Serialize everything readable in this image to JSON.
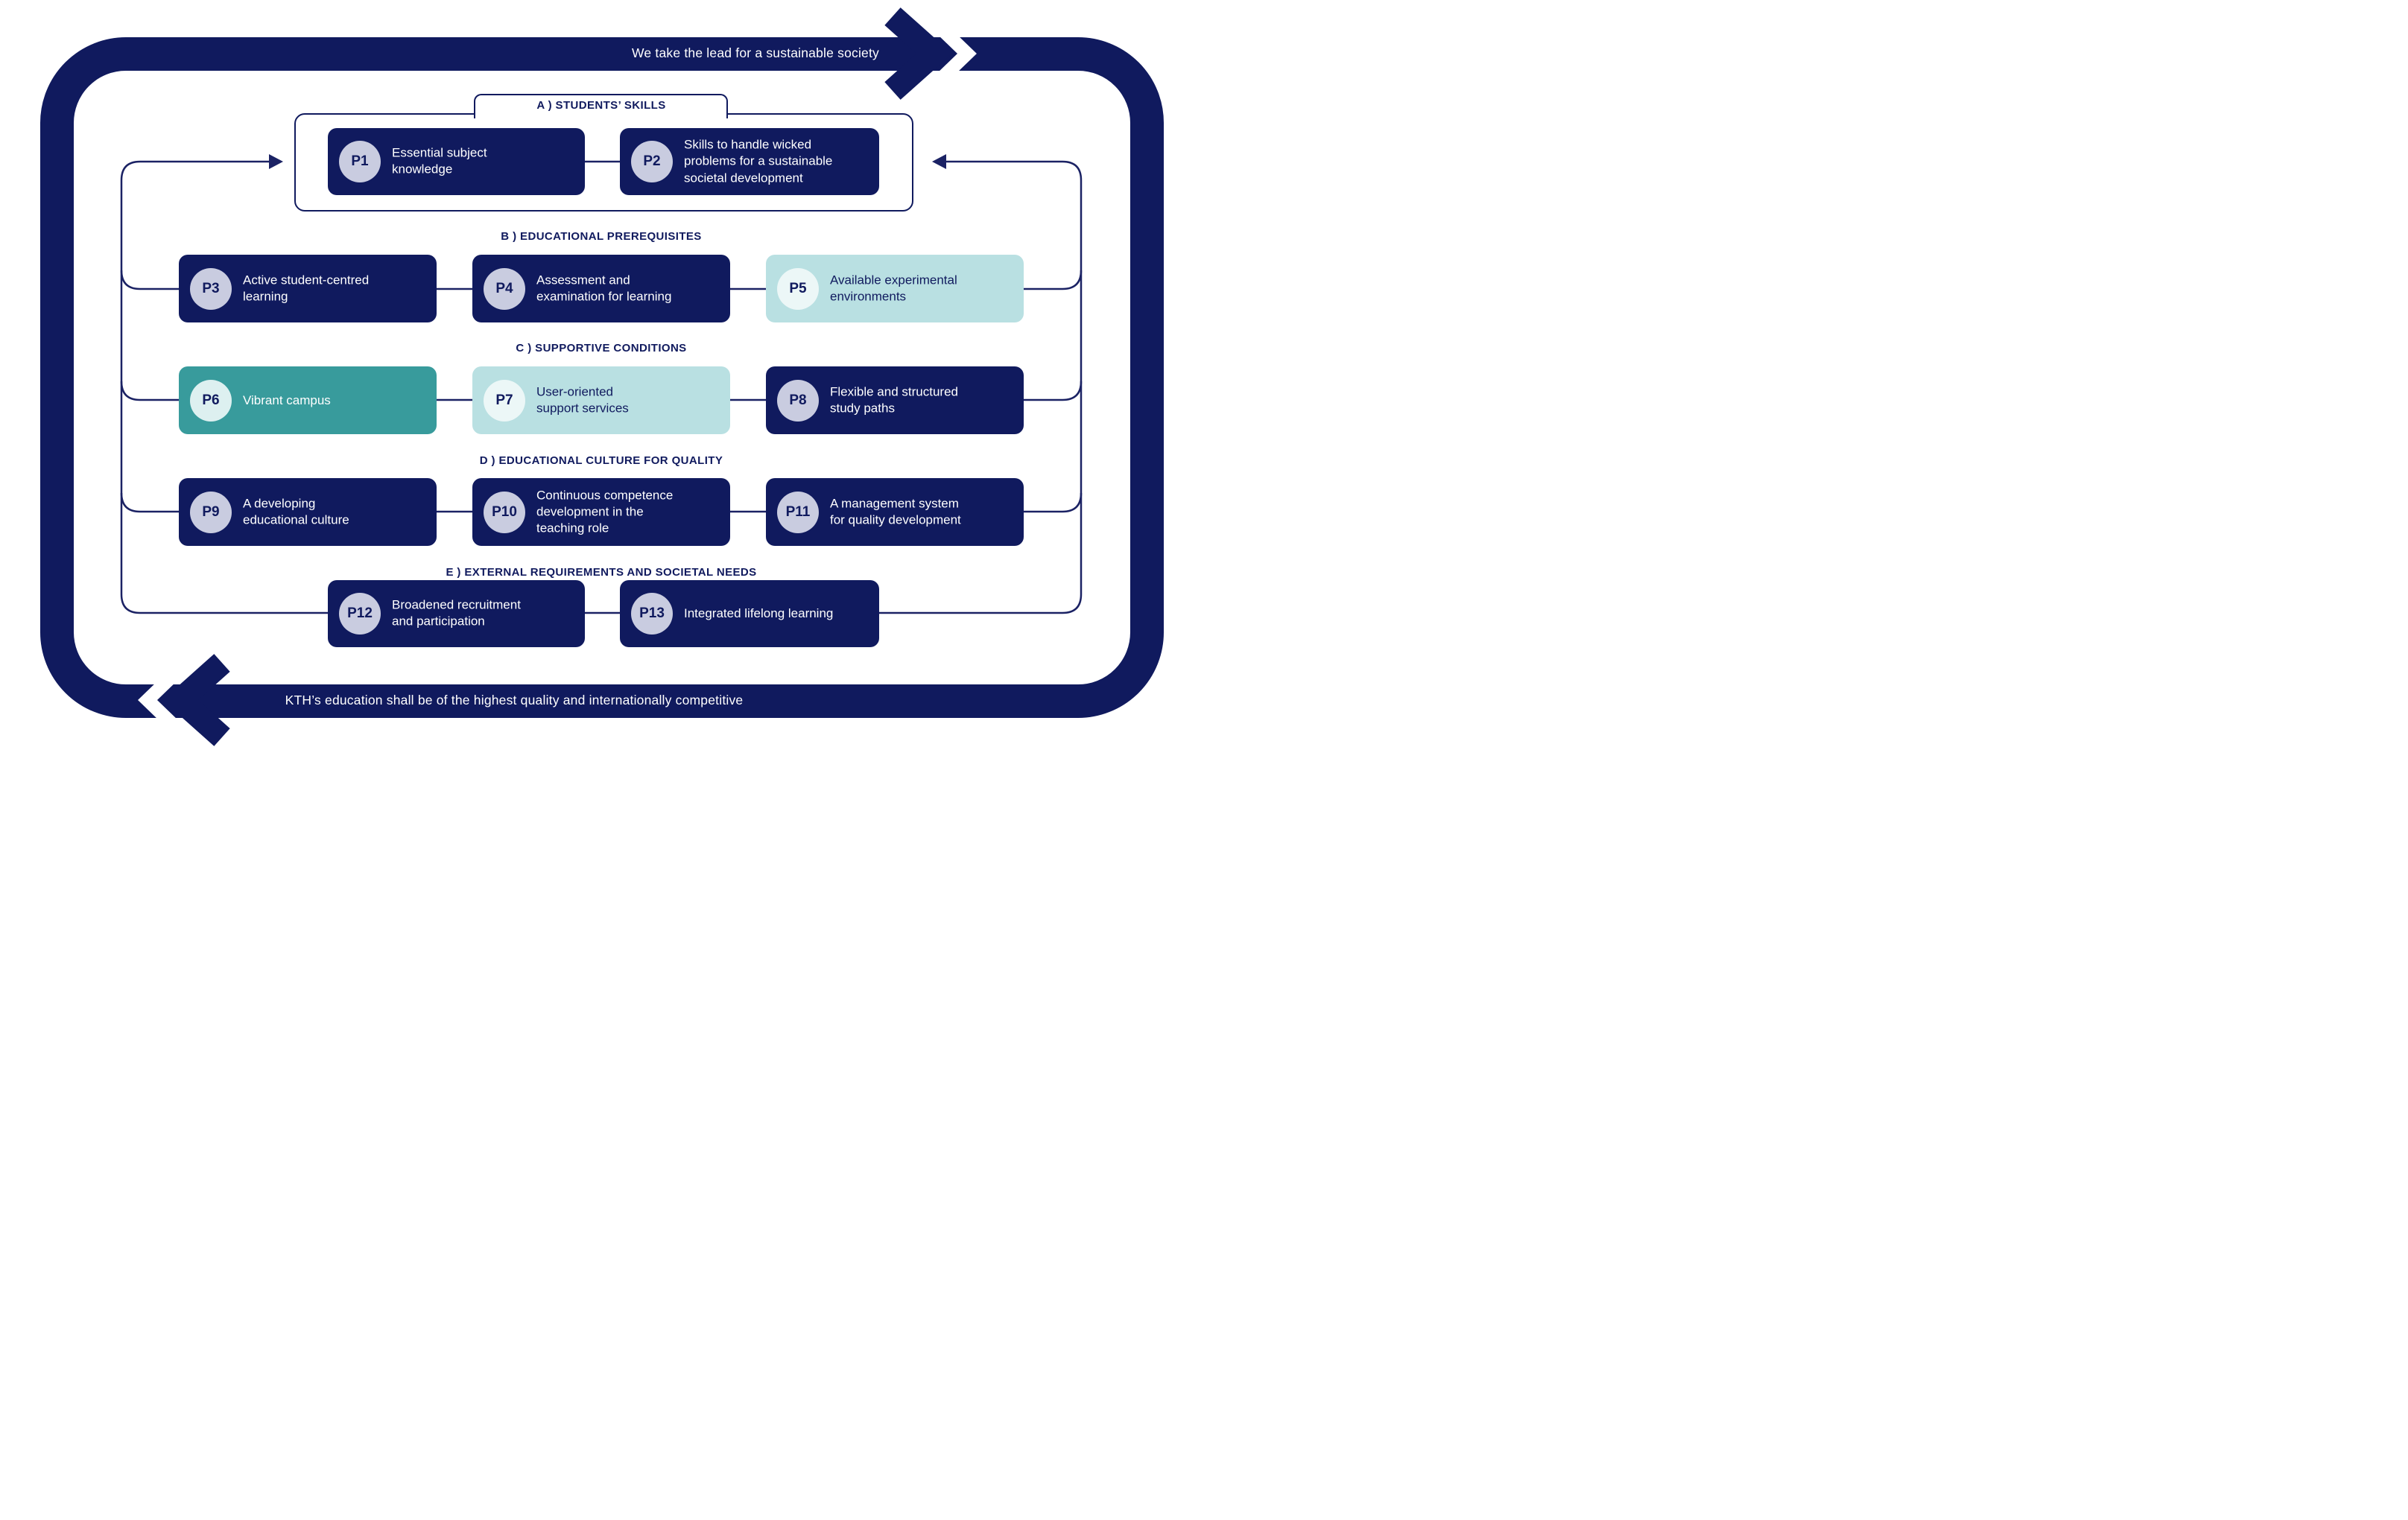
{
  "banner_top": {
    "text": "We take the lead for a sustainable society"
  },
  "banner_bottom": {
    "text": "KTH’s education shall be of the highest quality and internationally competitive"
  },
  "sections": {
    "a": {
      "label": "A )  STUDENTS’ SKILLS"
    },
    "b": {
      "label": "B )  EDUCATIONAL PREREQUISITES"
    },
    "c": {
      "label": "C )  SUPPORTIVE CONDITIONS"
    },
    "d": {
      "label": "D )  EDUCATIONAL CULTURE FOR QUALITY"
    },
    "e": {
      "label": "E )  EXTERNAL REQUIREMENTS AND SOCIETAL NEEDS"
    }
  },
  "boxes": {
    "p1": {
      "id": "P1",
      "text": "Essential subject\nknowledge"
    },
    "p2": {
      "id": "P2",
      "text": "Skills to handle wicked\nproblems for a sustainable\nsocietal development"
    },
    "p3": {
      "id": "P3",
      "text": "Active student-centred\nlearning"
    },
    "p4": {
      "id": "P4",
      "text": "Assessment and\nexamination for learning"
    },
    "p5": {
      "id": "P5",
      "text": "Available experimental\nenvironments"
    },
    "p6": {
      "id": "P6",
      "text": "Vibrant campus"
    },
    "p7": {
      "id": "P7",
      "text": "User-oriented\nsupport services"
    },
    "p8": {
      "id": "P8",
      "text": "Flexible and structured\nstudy paths"
    },
    "p9": {
      "id": "P9",
      "text": "A developing\neducational culture"
    },
    "p10": {
      "id": "P10",
      "text": "Continuous competence\ndevelopment in the\nteaching role"
    },
    "p11": {
      "id": "P11",
      "text": "A management system\nfor quality development"
    },
    "p12": {
      "id": "P12",
      "text": "Broadened recruitment\nand participation"
    },
    "p13": {
      "id": "P13",
      "text": "Integrated lifelong learning"
    }
  },
  "colors": {
    "navy": "#101a5e",
    "teal": "#389b9c",
    "light_teal": "#b9e0e2",
    "badge_lavender": "#c9cce0",
    "badge_light": "#ecf7f7",
    "background": "#ffffff"
  }
}
